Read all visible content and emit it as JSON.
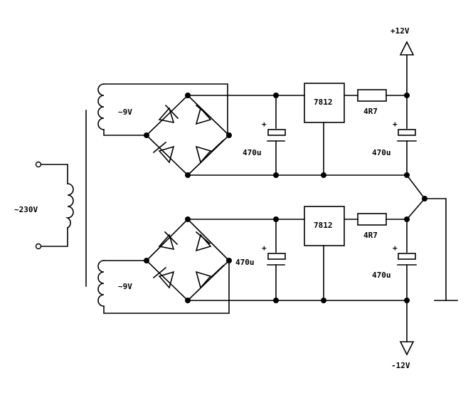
{
  "labels": {
    "mains": "~230V",
    "secondary_top": "~9V",
    "secondary_bottom": "~9V",
    "regulator_top": "7812",
    "regulator_bottom": "7812",
    "resistor_top": "4R7",
    "resistor_bottom": "4R7",
    "cap_in_top": "470u",
    "cap_out_top": "470u",
    "cap_in_bottom": "470u",
    "cap_out_bottom": "470u",
    "plus_sign": "+",
    "vpos": "+12V",
    "vneg": "-12V"
  },
  "colors": {
    "ink": "#000000",
    "paper": "#ffffff"
  }
}
